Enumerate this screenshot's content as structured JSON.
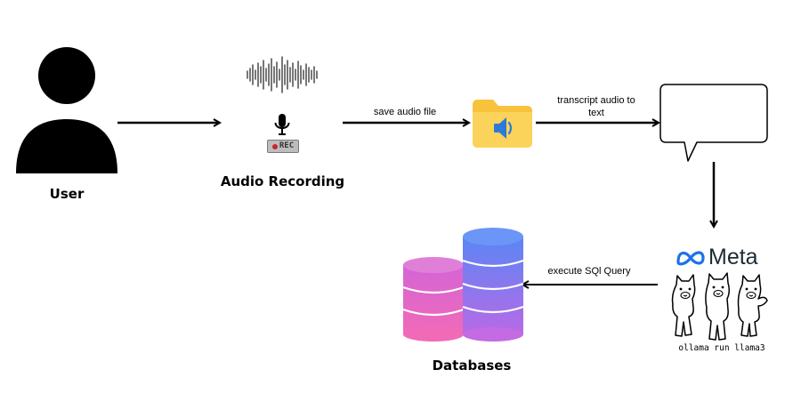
{
  "nodes": {
    "user": {
      "label": "User"
    },
    "audio_recording": {
      "label": "Audio Recording",
      "rec_badge": "REC"
    },
    "databases": {
      "label": "Databases"
    },
    "meta": {
      "logo_text": "Meta",
      "command": "ollama run llama3"
    }
  },
  "edges": {
    "save_audio": {
      "label": "save audio file"
    },
    "transcript": {
      "label_line1": "transcript audio to",
      "label_line2": "text"
    },
    "execute_sql": {
      "label": "execute SQl Query"
    }
  },
  "colors": {
    "folder": "#f9c23c",
    "speaker": "#2d7bd8",
    "db_top": "#5b8cf5",
    "db_pink": "#e36ad0",
    "meta_blue": "#1a73e8",
    "rec_dot": "#c62828"
  },
  "icons": {
    "user": "person-silhouette-icon",
    "waveform": "audio-waveform-icon",
    "microphone": "microphone-icon",
    "folder": "audio-folder-icon",
    "speech_bubble": "speech-bubble-icon",
    "meta_logo": "meta-infinity-logo-icon",
    "llama": "llama-group-icon",
    "databases": "database-stack-icon"
  }
}
